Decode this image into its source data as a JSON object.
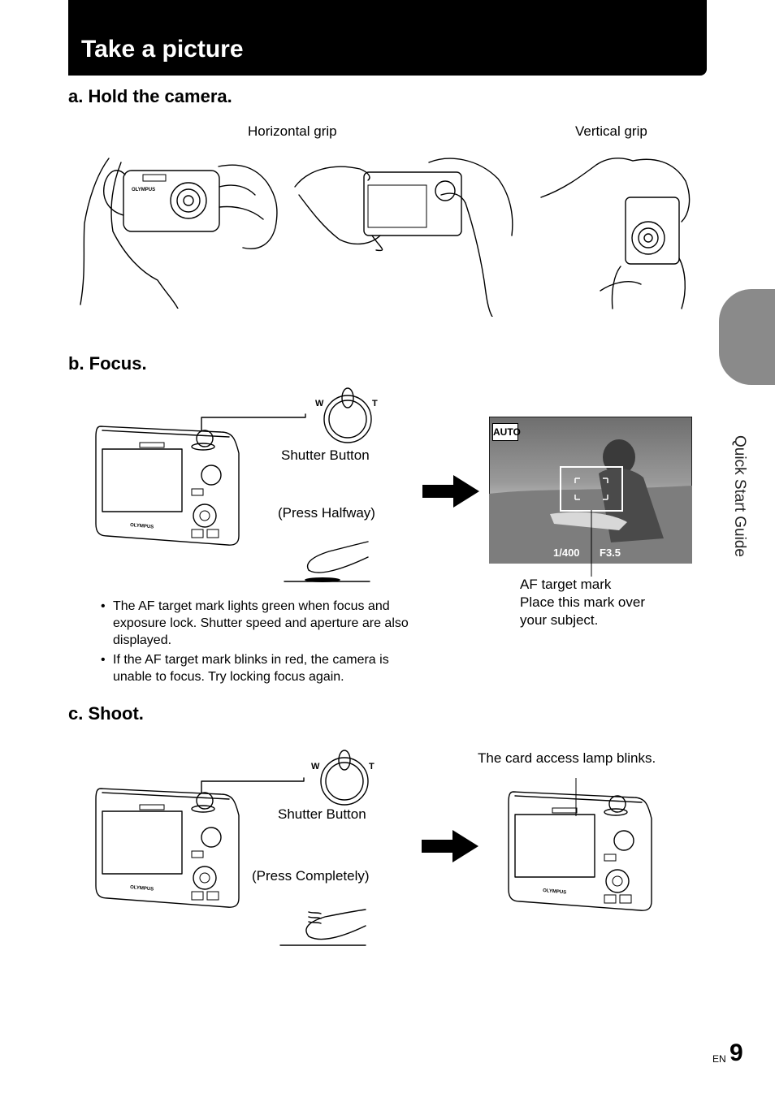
{
  "page_title": "Take a picture",
  "section_a": {
    "heading": "a.  Hold the camera.",
    "horizontal_label": "Horizontal grip",
    "vertical_label": "Vertical grip"
  },
  "section_b": {
    "heading": "b.  Focus.",
    "dial_w": "W",
    "dial_t": "T",
    "shutter_label": "Shutter Button",
    "press_label": "(Press Halfway)",
    "bullets": [
      "The AF target mark lights green when focus and exposure lock. Shutter speed and aperture are also displayed.",
      "If the AF target mark blinks in red, the camera is unable to focus. Try locking focus again."
    ],
    "screen": {
      "mode_badge": "AUTO",
      "shutter_speed": "1/400",
      "aperture": "F3.5"
    },
    "af_caption_line1": "AF target mark",
    "af_caption_line2": "Place this mark over",
    "af_caption_line3": "your subject."
  },
  "section_c": {
    "heading": "c.  Shoot.",
    "dial_w": "W",
    "dial_t": "T",
    "shutter_label": "Shutter Button",
    "press_label": "(Press Completely)",
    "lamp_label": "The card access lamp blinks."
  },
  "camera_brand": "OLYMPUS",
  "side_tab_text": "Quick Start Guide",
  "footer": {
    "lang": "EN",
    "page_number": "9"
  },
  "colors": {
    "title_bar": "#000000",
    "side_tab": "#8a8a8a"
  }
}
